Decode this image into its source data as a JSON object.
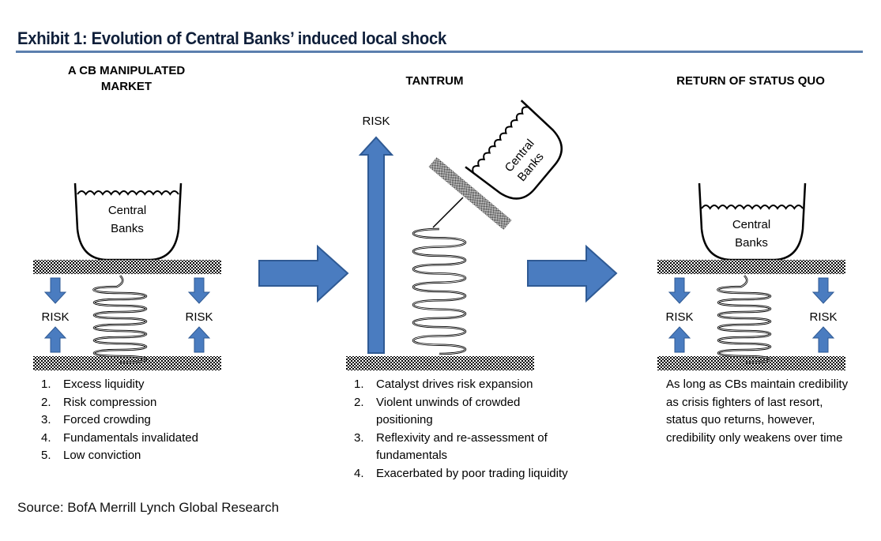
{
  "header": {
    "title": "Exhibit 1: Evolution of Central Banks’ induced local shock",
    "rule_color": "#5b7fae"
  },
  "colors": {
    "arrow_fill": "#4a7cc0",
    "arrow_stroke": "#2f5a94",
    "title_color": "#0f1f3a"
  },
  "stages": [
    {
      "title_line1": "A CB MANIPULATED",
      "title_line2": "MARKET",
      "bucket_label_line1": "Central",
      "bucket_label_line2": "Banks",
      "risk_labels": [
        "RISK",
        "RISK"
      ],
      "items": [
        {
          "num": "1.",
          "text": "Excess liquidity"
        },
        {
          "num": "2.",
          "text": "Risk compression"
        },
        {
          "num": "3.",
          "text": "Forced crowding"
        },
        {
          "num": "4.",
          "text": "Fundamentals invalidated"
        },
        {
          "num": "5.",
          "text": "Low conviction"
        }
      ]
    },
    {
      "title_line1": "TANTRUM",
      "bucket_label_line1": "Central",
      "bucket_label_line2": "Banks",
      "risk_label": "RISK",
      "items": [
        {
          "num": "1.",
          "text": "Catalyst drives risk expansion"
        },
        {
          "num": "2.",
          "text": "Violent unwinds of crowded positioning"
        },
        {
          "num": "3.",
          "text": "Reflexivity and re-assessment of fundamentals"
        },
        {
          "num": "4.",
          "text": "Exacerbated by poor trading liquidity"
        }
      ]
    },
    {
      "title_line1": "RETURN OF STATUS QUO",
      "bucket_label_line1": "Central",
      "bucket_label_line2": "Banks",
      "risk_labels": [
        "RISK",
        "RISK"
      ],
      "paragraph": "As long as CBs maintain credibility as crisis fighters of last resort, status quo returns, however, credibility only weakens over time"
    }
  ],
  "flow_arrows": [
    "stage1-to-stage2",
    "stage2-to-stage3"
  ],
  "source": "Source: BofA Merrill Lynch Global Research"
}
